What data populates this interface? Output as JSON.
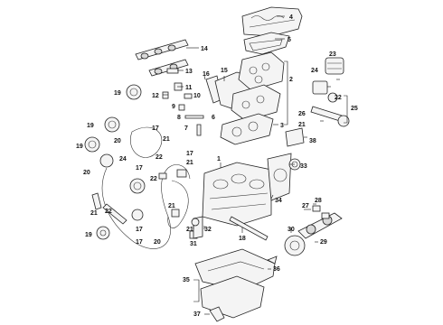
{
  "callouts": {
    "c1": "1",
    "c2": "2",
    "c3": "3",
    "c4": "4",
    "c5": "5",
    "c6": "6",
    "c7": "7",
    "c8": "8",
    "c9": "9",
    "c10": "10",
    "c11": "11",
    "c12": "12",
    "c13": "13",
    "c14": "14",
    "c15": "15",
    "c16": "16",
    "c17a": "17",
    "c17b": "17",
    "c17c": "17",
    "c17d": "17",
    "c17e": "17",
    "c18": "18",
    "c19a": "19",
    "c19b": "19",
    "c19c": "19",
    "c19d": "19",
    "c20a": "20",
    "c20b": "20",
    "c20c": "20",
    "c21a": "21",
    "c21b": "21",
    "c21c": "21",
    "c21d": "21",
    "c21e": "21",
    "c22a": "22",
    "c22b": "22",
    "c22c": "22",
    "c23": "23",
    "c24a": "24",
    "c24b": "24",
    "c25": "25",
    "c26": "26",
    "c27": "27",
    "c28": "28",
    "c29": "29",
    "c30": "30",
    "c31": "31",
    "c32": "32",
    "c33": "33",
    "c34": "34",
    "c35": "35",
    "c36": "36",
    "c37": "37",
    "c38": "38"
  }
}
